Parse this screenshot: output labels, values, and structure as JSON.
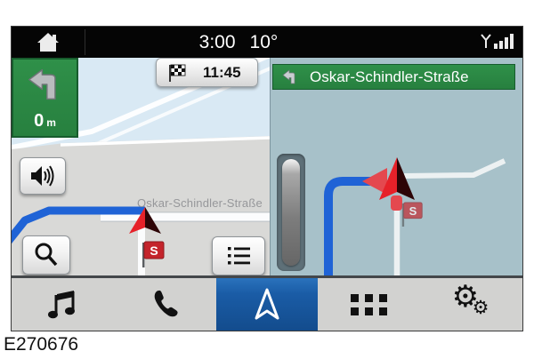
{
  "window": {
    "figure_label": "E270676"
  },
  "status_bar": {
    "time": "3:00",
    "temperature": "10°",
    "icons": [
      "home-icon",
      "signal-strength-icon"
    ]
  },
  "left_map": {
    "maneuver_icon": "turn-left-arrow-icon",
    "maneuver_distance_value": "0",
    "maneuver_distance_unit": "m",
    "arrival_icon": "checkered-flag-icon",
    "arrival_time": "11:45",
    "street_label": "Oskar-Schindler-Straße",
    "stop_flag_label": "S",
    "buttons": [
      "mute-speaker-button",
      "search-zoom-button",
      "route-list-button"
    ]
  },
  "right_map": {
    "banner_icon": "turn-left-arrow-icon",
    "street_banner": "Oskar-Schindler-Straße",
    "stop_flag_label": "S",
    "slider": "map-zoom-slider"
  },
  "bottom_bar": {
    "items": [
      {
        "id": "audio",
        "icon": "music-icon",
        "active": false
      },
      {
        "id": "phone",
        "icon": "phone-icon",
        "active": false
      },
      {
        "id": "navigation",
        "icon": "navigation-arrow-icon",
        "active": true
      },
      {
        "id": "apps",
        "icon": "apps-grid-icon",
        "active": false
      },
      {
        "id": "settings",
        "icon": "settings-gears-icon",
        "active": false
      }
    ]
  },
  "colors": {
    "accent_green": "#2d8c46",
    "route_blue": "#1f63d6",
    "active_tab_blue": "#1a5ca6",
    "flag_red": "#c4242b",
    "vehicle_arrow_red": "#e62129",
    "left_map_sky": "#d9e9f4",
    "left_map_ground": "#d9d9d7",
    "right_map_bg": "#a7c1c9"
  }
}
